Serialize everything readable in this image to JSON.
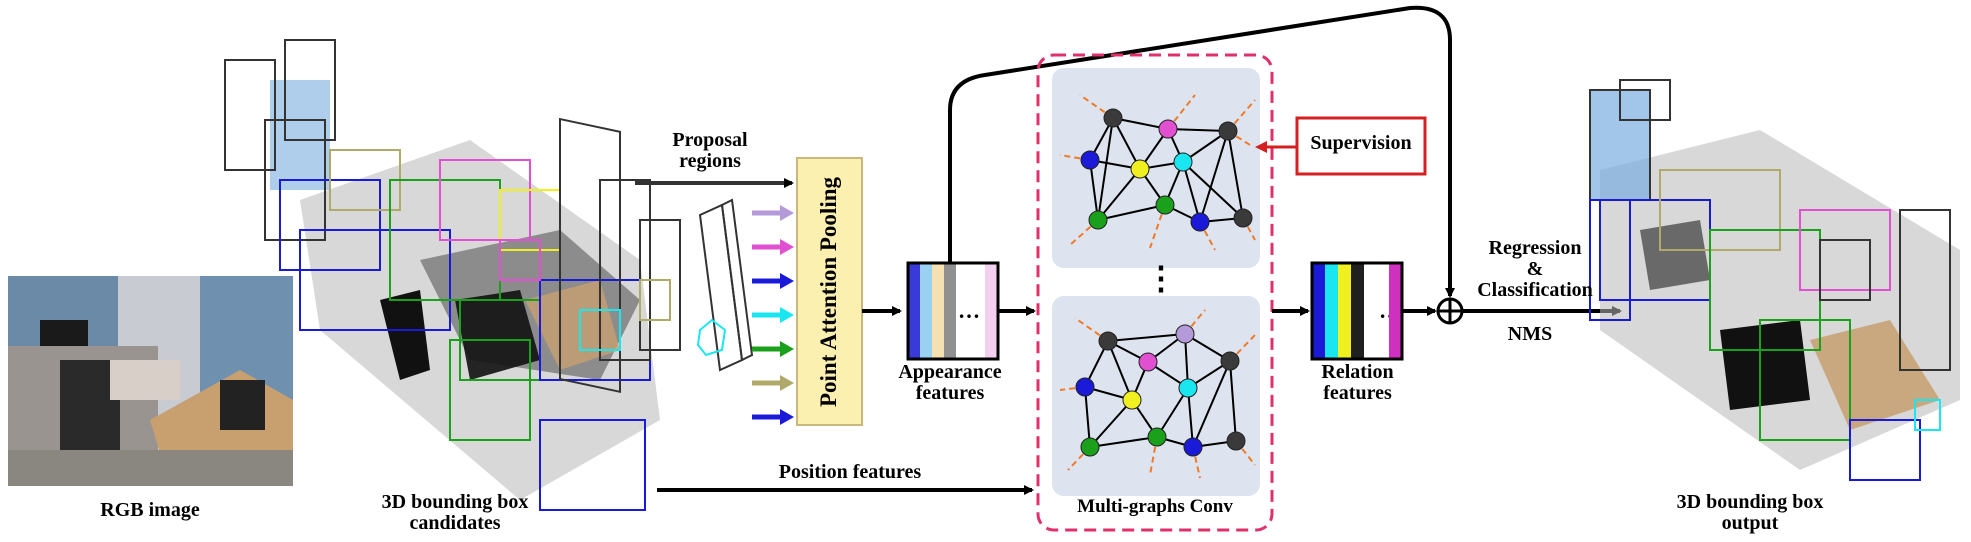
{
  "labels": {
    "rgb_image": "RGB image",
    "candidates_line1": "3D bounding box",
    "candidates_line2": "candidates",
    "proposal_line1": "Proposal",
    "proposal_line2": "regions",
    "pooling": "Point Attention Pooling",
    "appearance_line1": "Appearance",
    "appearance_line2": "features",
    "position": "Position features",
    "supervision": "Supervision",
    "multigraph": "Multi-graphs Conv",
    "relation_line1": "Relation",
    "relation_line2": "features",
    "regression_line1": "Regression",
    "regression_line2": "&",
    "regression_line3": "Classification",
    "nms": "NMS",
    "output_line1": "3D bounding box",
    "output_line2": "output",
    "ellipsis": "…",
    "vdots": "⋮"
  },
  "colors": {
    "arrow": "#000000",
    "dashed_border": "#e0306a",
    "supervision": "#d42020",
    "pooling_fill": "#fbf0b0",
    "graph_panel": "#dde4ef",
    "edge": "#f07a28"
  },
  "pooling_arrow_colors": [
    "#b49ad8",
    "#e050d0",
    "#1a1ad8",
    "#1ae6f0",
    "#1aa01a",
    "#b0aa6a",
    "#1a1ad8"
  ],
  "appearance_feature_colors": [
    "#3a3ad8",
    "#9ad0f0",
    "#f4e0b0",
    "#909090",
    "#f4d0f0"
  ],
  "relation_feature_colors": [
    "#1a1ad8",
    "#1ae6f0",
    "#f0f020",
    "#202020",
    "#ffffff",
    "#d030c0"
  ],
  "graph_node_colors": [
    "#3a3a3a",
    "#e050d0",
    "#3a3a3a",
    "#1a1ad8",
    "#f0f020",
    "#1ae6f0",
    "#1aa01a",
    "#1aa01a",
    "#1a1ad8",
    "#3a3a3a"
  ],
  "graph_node_colors_bottom": [
    "#3a3a3a",
    "#b49ad8",
    "#3a3a3a",
    "#1a1ad8",
    "#e050d0",
    "#f0f020",
    "#1ae6f0",
    "#1aa01a",
    "#1aa01a",
    "#1a1ad8",
    "#3a3a3a"
  ]
}
